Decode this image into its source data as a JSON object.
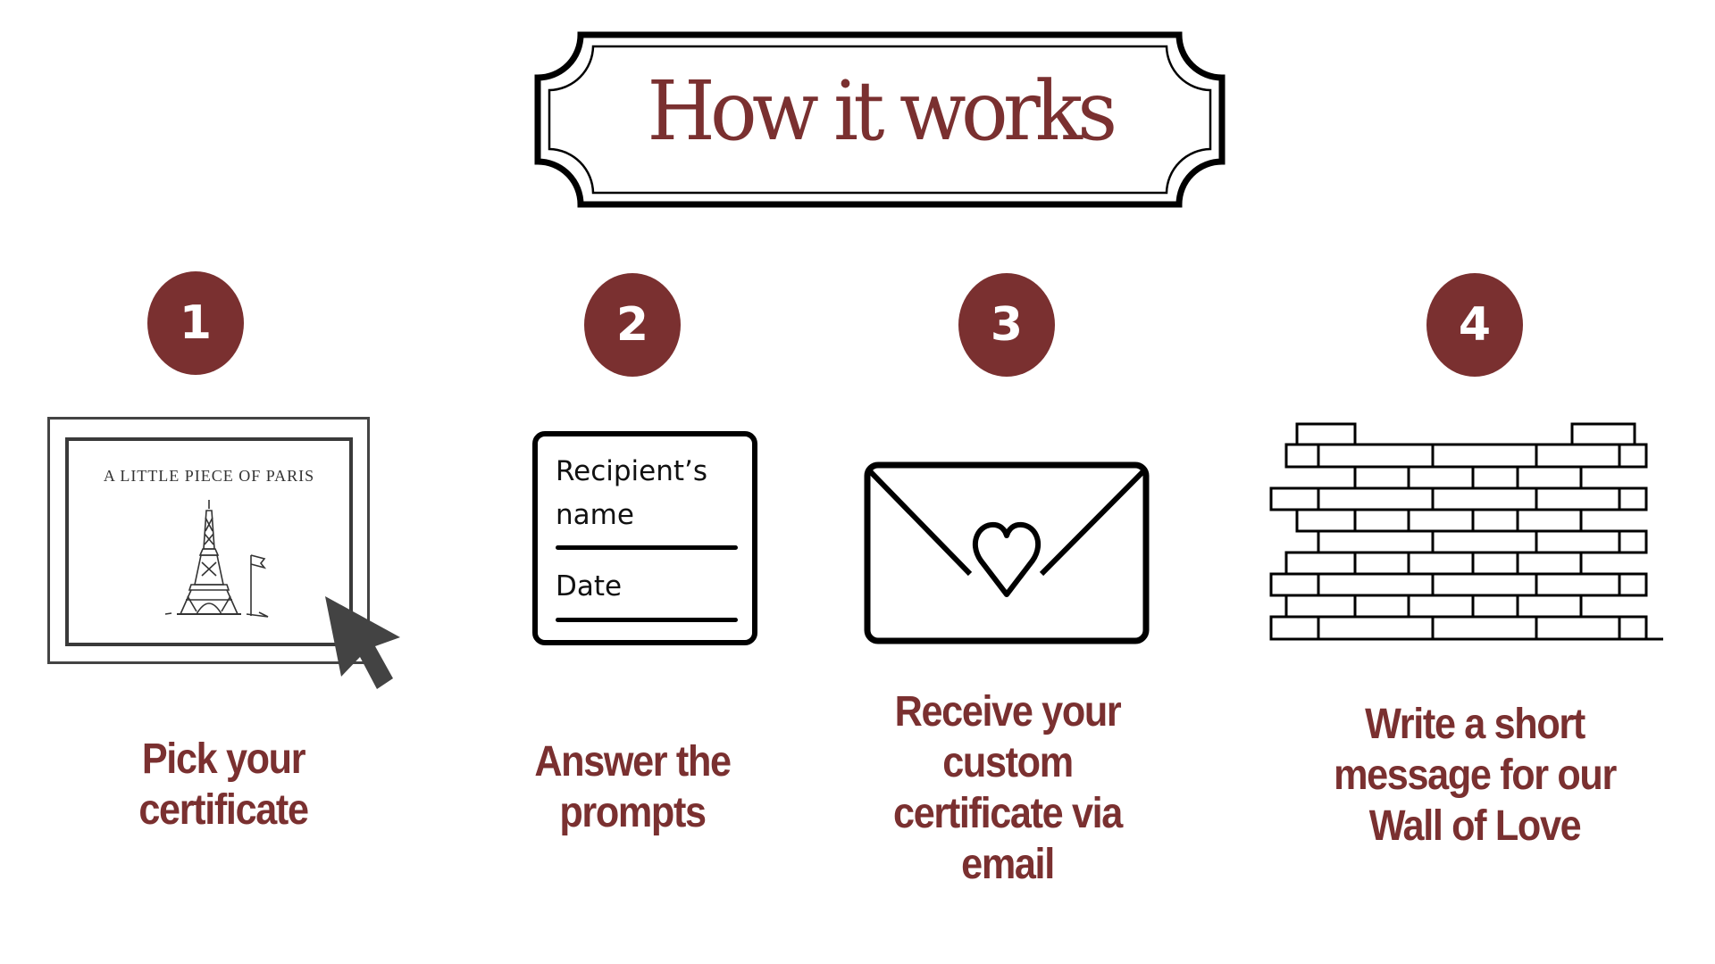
{
  "header": {
    "title": "How it works"
  },
  "colors": {
    "accent": "#7a3030",
    "outline": "#000000",
    "background": "#ffffff"
  },
  "steps": [
    {
      "number": "1",
      "icon": "certificate-with-cursor-icon",
      "caption_lines": [
        "Pick your",
        "certificate"
      ],
      "illustration": {
        "certificate_title": "A LITTLE PIECE OF PARIS"
      }
    },
    {
      "number": "2",
      "icon": "form-card-icon",
      "caption_lines": [
        "Answer the",
        "prompts"
      ],
      "illustration": {
        "field_1_label_line1": "Recipient’s",
        "field_1_label_line2": "name",
        "field_2_label": "Date"
      }
    },
    {
      "number": "3",
      "icon": "envelope-heart-icon",
      "caption_lines": [
        "Receive your",
        "custom",
        "certificate via",
        "email"
      ]
    },
    {
      "number": "4",
      "icon": "brick-wall-icon",
      "caption_lines": [
        "Write a short",
        "message for our",
        "Wall of Love"
      ]
    }
  ]
}
